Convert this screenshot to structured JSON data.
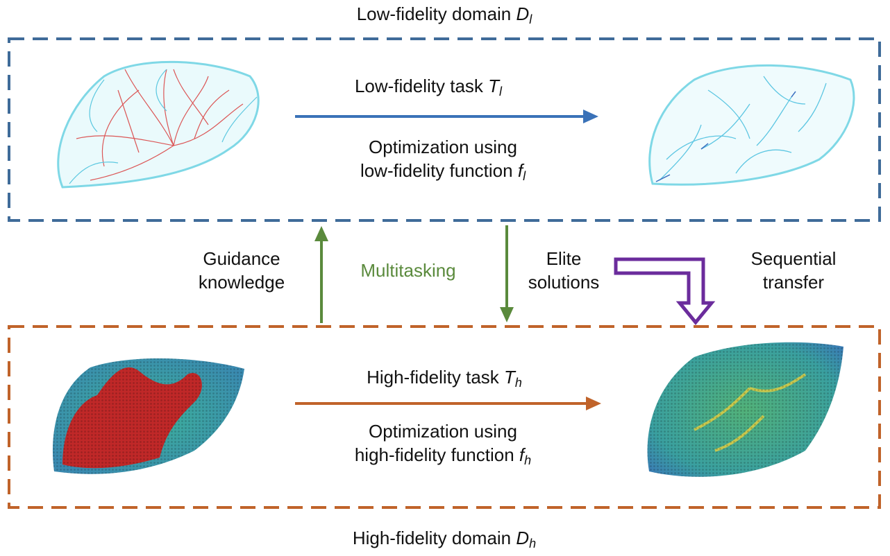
{
  "low_domain": {
    "label": "Low-fidelity domain",
    "symbol": "D",
    "sub": "l"
  },
  "high_domain": {
    "label": "High-fidelity domain",
    "symbol": "D",
    "sub": "h"
  },
  "low_task": {
    "label": "Low-fidelity task",
    "symbol": "T",
    "sub": "l",
    "opt_line1": "Optimization using",
    "opt_line2": "low-fidelity function",
    "func_symbol": "f",
    "func_sub": "l"
  },
  "high_task": {
    "label": "High-fidelity task",
    "symbol": "T",
    "sub": "h",
    "opt_line1": "Optimization using",
    "opt_line2": "high-fidelity function",
    "func_symbol": "f",
    "func_sub": "h"
  },
  "middle": {
    "guidance_line1": "Guidance",
    "guidance_line2": "knowledge",
    "multitasking": "Multitasking",
    "elite_line1": "Elite",
    "elite_line2": "solutions",
    "sequential_line1": "Sequential",
    "sequential_line2": "transfer"
  },
  "colors": {
    "low": "#3f6b99",
    "high": "#c0632a",
    "green": "#5a8a3c",
    "purple": "#6b2c9c",
    "task_arrow_low": "#3a72b8"
  }
}
